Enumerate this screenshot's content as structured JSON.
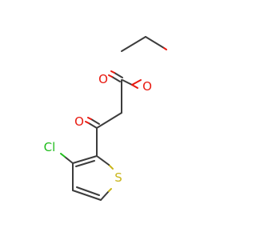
{
  "structure": {
    "atoms": [
      {
        "id": "o-ester",
        "symbol": "O",
        "color": "#e8190f"
      },
      {
        "id": "o-ester-carbonyl",
        "symbol": "O",
        "color": "#e8190f"
      },
      {
        "id": "o-ketone",
        "symbol": "O",
        "color": "#e8190f"
      },
      {
        "id": "cl",
        "symbol": "Cl",
        "color": "#1fbd1c"
      },
      {
        "id": "s",
        "symbol": "S",
        "color": "#c9b51a"
      }
    ],
    "colors": {
      "carbon_bond": "#3c3c3c",
      "oxygen": "#e8190f",
      "chlorine": "#1fbd1c",
      "sulfur": "#c9b51a",
      "background": "#ffffff"
    }
  }
}
